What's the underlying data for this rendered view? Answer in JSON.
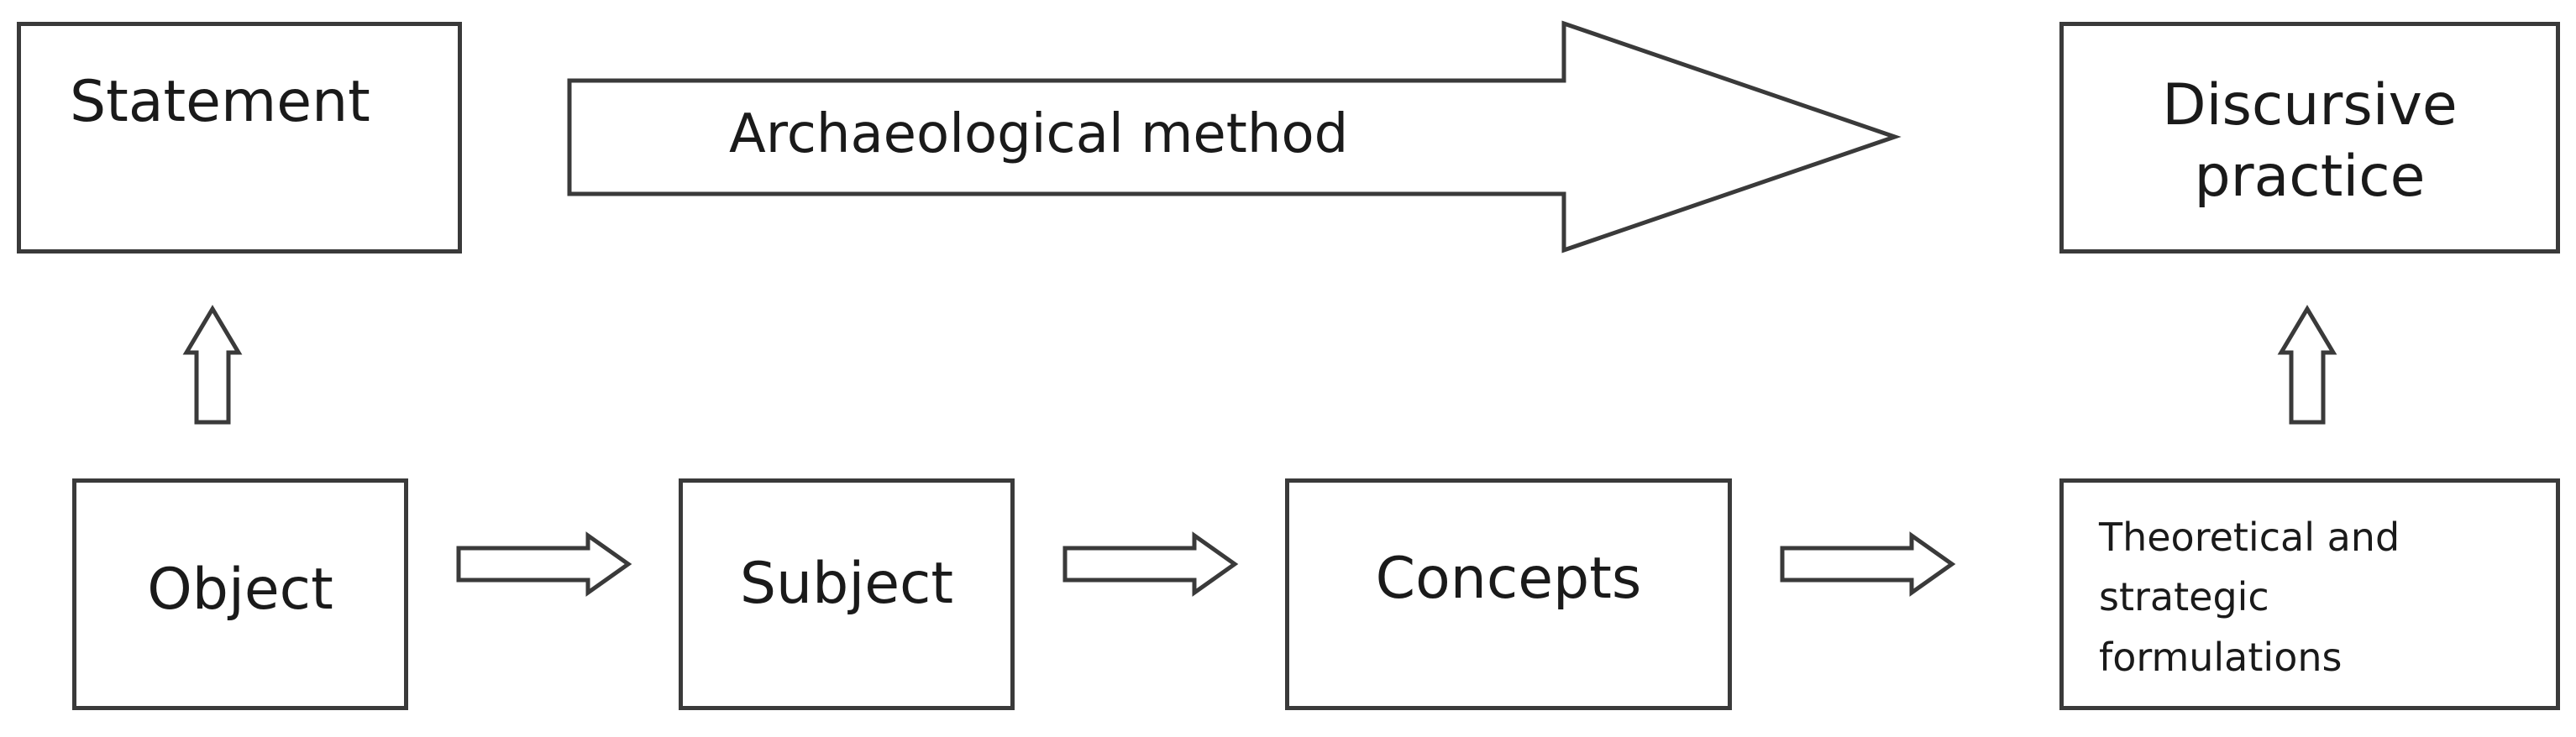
{
  "diagram": {
    "boxes": {
      "statement": "Statement",
      "discursive_practice": "Discursive\npractice",
      "object": "Object",
      "subject": "Subject",
      "concepts": "Concepts",
      "theoretical": "Theoretical and\nstrategic\nformulations"
    },
    "big_arrow_label": "Archaeological method"
  }
}
